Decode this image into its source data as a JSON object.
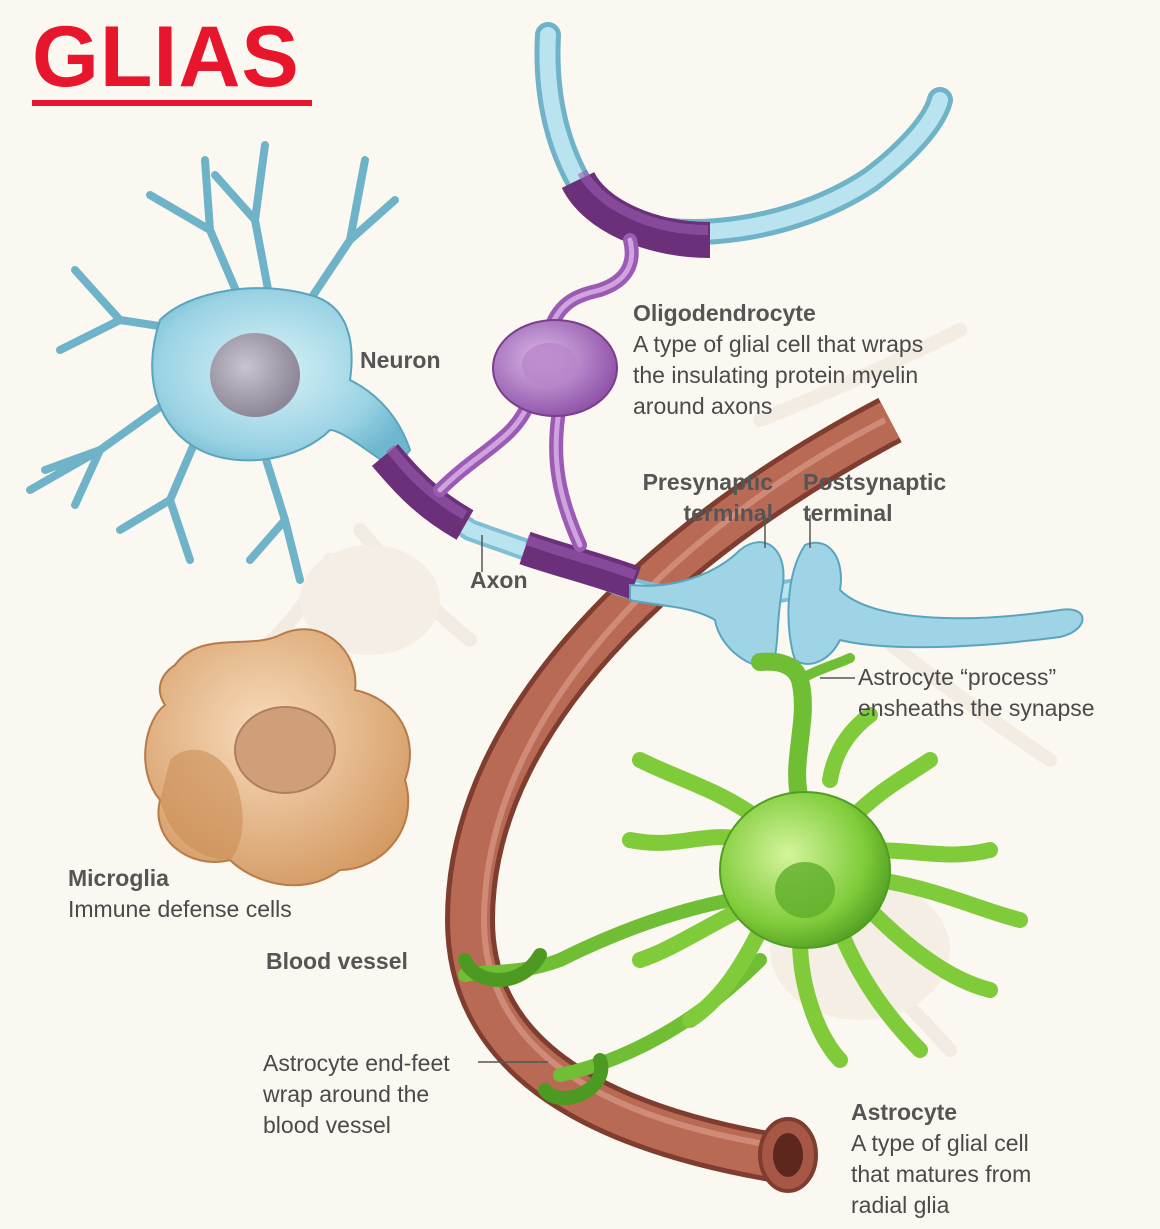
{
  "title": "GLIAS",
  "labels": {
    "neuron": "Neuron",
    "axon": "Axon",
    "oligodendrocyte": {
      "heading": "Oligodendrocyte",
      "line1": "A type of glial cell that wraps",
      "line2": "the insulating protein myelin",
      "line3": "around axons"
    },
    "presynaptic": {
      "line1": "Presynaptic",
      "line2": "terminal"
    },
    "postsynaptic": {
      "line1": "Postsynaptic",
      "line2": "terminal"
    },
    "astrocyte_process": {
      "line1": "Astrocyte “process”",
      "line2": "ensheaths the synapse"
    },
    "microglia": {
      "heading": "Microglia",
      "line1": "Immune defense cells"
    },
    "blood_vessel": "Blood vessel",
    "end_feet": {
      "line1": "Astrocyte end-feet",
      "line2": "wrap around the",
      "line3": "blood vessel"
    },
    "astrocyte": {
      "heading": "Astrocyte",
      "line1": "A type of glial cell",
      "line2": "that matures from",
      "line3": "radial glia"
    }
  },
  "colors": {
    "title": "#e8162c",
    "neuron": "#9fd6e6",
    "myelin": "#7a3f8c",
    "oligodendrocyte": "#a56cbc",
    "astrocyte": "#8ed64a",
    "microglia": "#e5b27f",
    "blood_vessel": "#a85a47"
  }
}
